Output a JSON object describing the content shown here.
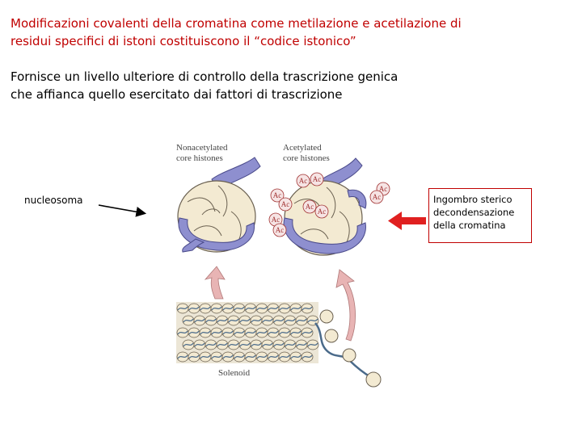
{
  "texts": {
    "title": "Modificazioni  covalenti della cromatina come metilazione e acetilazione di residui specifici di istoni costituiscono il “codice istonico”",
    "intro_line1": "Fornisce un livello ulteriore di controllo della trascrizione genica",
    "intro_line2": "che affianca quello esercitato dai fattori di trascrizione"
  },
  "diagram": {
    "label_nonacetylated_1": "Nonacetylated",
    "label_nonacetylated_2": "core histones",
    "label_acetylated_1": "Acetylated",
    "label_acetylated_2": "core histones",
    "label_solenoid": "Solenoid",
    "acetyl_tag": "Ac"
  },
  "annotations": {
    "nucleosoma": "nucleosoma",
    "note_line1": "Ingombro sterico",
    "note_line2": "decondensazione",
    "note_line3": "della cromatina"
  },
  "colors": {
    "title": "#c00000",
    "note_border": "#c00000",
    "arrow_red": "#e02020",
    "dna": "#8e8fcf",
    "histone": "#f3ead2",
    "histone_outline": "#6a6050",
    "pink_arrow": "#e8b4b4"
  }
}
